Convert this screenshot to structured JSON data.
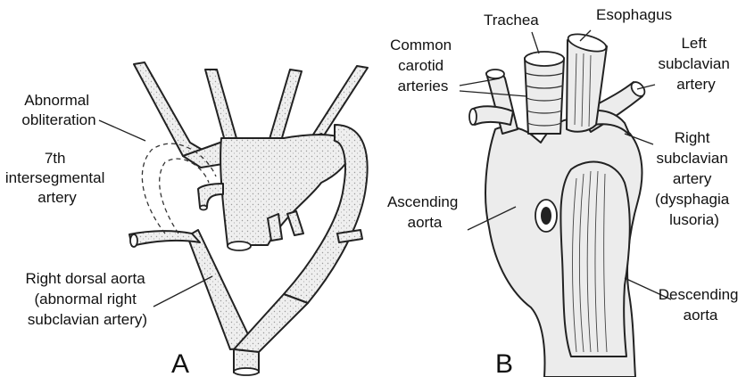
{
  "panel_a": {
    "letter": "A",
    "labels": {
      "abnormal_obliteration": [
        "Abnormal",
        "obliteration"
      ],
      "intersegmental_artery": [
        "7th",
        "intersegmental",
        "artery"
      ],
      "right_dorsal_aorta": [
        "Right dorsal aorta",
        "(abnormal right",
        "subclavian artery)"
      ]
    }
  },
  "panel_b": {
    "letter": "B",
    "labels": {
      "trachea": "Trachea",
      "esophagus": "Esophagus",
      "common_carotid": [
        "Common",
        "carotid",
        "arteries"
      ],
      "left_subclavian": [
        "Left",
        "subclavian",
        "artery"
      ],
      "right_subclavian": [
        "Right",
        "subclavian",
        "artery",
        "(dysphagia",
        "lusoria)"
      ],
      "ascending_aorta": [
        "Ascending",
        "aorta"
      ],
      "descending_aorta": [
        "Descending",
        "aorta"
      ]
    }
  }
}
